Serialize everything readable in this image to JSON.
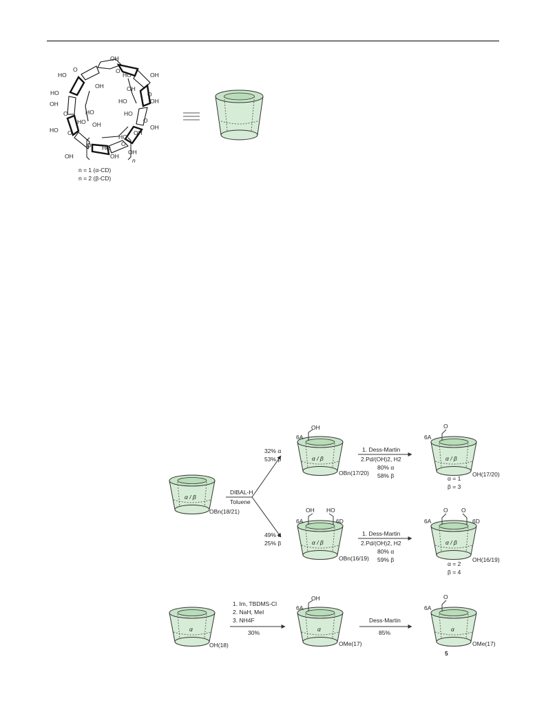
{
  "fig1": {
    "oh_labels": [
      "OH",
      "HO",
      "OH",
      "HO",
      "OH",
      "HO",
      "OH",
      "HO",
      "OH",
      "HO",
      "OH",
      "OH",
      "HO",
      "OH",
      "OH",
      "HO",
      "HO",
      "OH",
      "HO",
      "OH",
      "HO",
      "OH"
    ],
    "o_label": "O",
    "subscript_n": "n",
    "caption_line1": "n = 1 (α-CD)",
    "caption_line2": "n = 2 (β-CD)"
  },
  "scheme1": {
    "start_label": "α / β",
    "start_sub": "OBn(18/21)",
    "reagent_top": "DIBAL-H",
    "reagent_bottom": "Toluene",
    "upper": {
      "yield1": "32% α",
      "yield2": "53% β",
      "mid_label": "α / β",
      "oh": "OH",
      "pos": "6A",
      "sub": "OBn(17/20)",
      "step1": "1. Dess-Martin",
      "step2": "2.Pd/(OH)2, H2",
      "step_yield1": "80% α",
      "step_yield2": "58% β",
      "prod_label": "α / β",
      "prod_pos": "6A",
      "prod_o": "O",
      "prod_sub": "OH(17/20)",
      "cmpd1": "α = 1",
      "cmpd2": "β = 3"
    },
    "lower": {
      "yield1": "49% α",
      "yield2": "25% β",
      "mid_label": "α / β",
      "oh_a": "OH",
      "oh_d": "HO",
      "pos_a": "6A",
      "pos_d": "6D",
      "sub": "OBn(16/19)",
      "step1": "1. Dess-Martin",
      "step2": "2.Pd/(OH)2, H2",
      "step_yield1": "80% α",
      "step_yield2": "59% β",
      "prod_label": "α / β",
      "prod_pos_a": "6A",
      "prod_pos_d": "6D",
      "prod_o": "O",
      "prod_sub": "OH(16/19)",
      "cmpd1": "α = 2",
      "cmpd2": "β = 4"
    }
  },
  "scheme2": {
    "start_label": "α",
    "start_sub": "OH(18)",
    "reagent1": "1. Im, TBDMS-Cl",
    "reagent2": "2. NaH, MeI",
    "reagent3": "3. NH4F",
    "yield": "30%",
    "mid_label": "α",
    "mid_oh": "OH",
    "mid_pos": "6A",
    "mid_sub": "OMe(17)",
    "step": "Dess-Martin",
    "step_yield": "85%",
    "prod_label": "α",
    "prod_pos": "6A",
    "prod_o": "O",
    "prod_sub": "OMe(17)",
    "cmpd": "5"
  },
  "colors": {
    "cup_fill": "#d6ecd6",
    "cup_inner": "#b9dcb9",
    "cup_stroke": "#333333"
  }
}
